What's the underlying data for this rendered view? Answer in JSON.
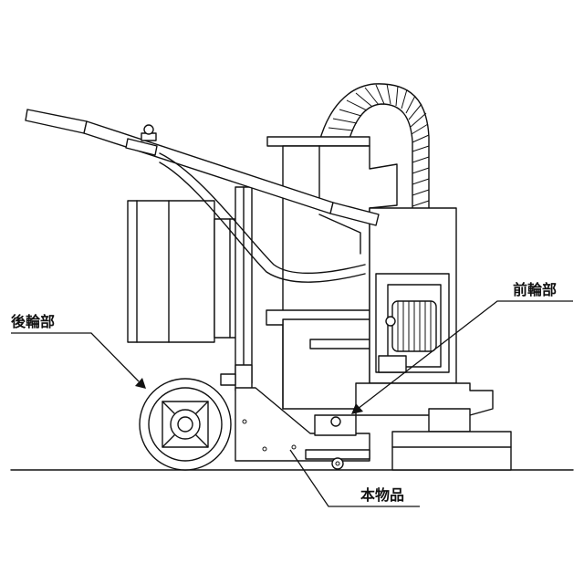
{
  "labels": {
    "rear_wheel": "後輪部",
    "front_wheel": "前輪部",
    "main_unit": "本物品"
  }
}
